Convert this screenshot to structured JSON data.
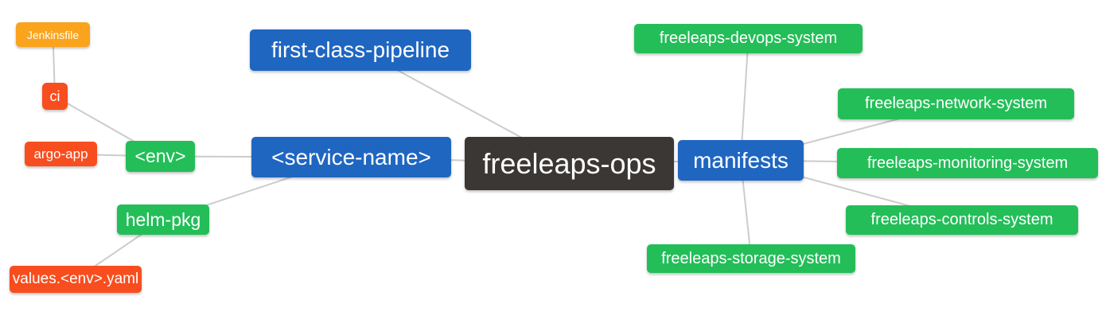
{
  "diagram": {
    "type": "mindmap",
    "root": "freeleaps_ops"
  },
  "palette": {
    "blue": "#1F66C1",
    "green": "#23BE58",
    "red": "#F84D1E",
    "orange": "#F9A41C",
    "dark": "#3B3735",
    "edge_gray": "#CCCCCC",
    "background": "#FFFFFF",
    "text": "#FFFFFF"
  },
  "nodes": {
    "jenkinsfile": {
      "label": "Jenkinsfile"
    },
    "ci": {
      "label": "ci"
    },
    "argo_app": {
      "label": "argo-app"
    },
    "env": {
      "label": "<env>"
    },
    "helm_pkg": {
      "label": "helm-pkg"
    },
    "values_env_yaml": {
      "label": "values.<env>.yaml"
    },
    "first_class_pipeline": {
      "label": "first-class-pipeline"
    },
    "service_name": {
      "label": "<service-name>"
    },
    "freeleaps_ops": {
      "label": "freeleaps-ops"
    },
    "manifests": {
      "label": "manifests"
    },
    "devops_system": {
      "label": "freeleaps-devops-system"
    },
    "network_system": {
      "label": "freeleaps-network-system"
    },
    "monitoring_system": {
      "label": "freeleaps-monitoring-system"
    },
    "controls_system": {
      "label": "freeleaps-controls-system"
    },
    "storage_system": {
      "label": "freeleaps-storage-system"
    }
  },
  "edges": [
    {
      "from": "jenkinsfile",
      "to": "ci"
    },
    {
      "from": "ci",
      "to": "env"
    },
    {
      "from": "argo_app",
      "to": "env"
    },
    {
      "from": "env",
      "to": "service_name"
    },
    {
      "from": "helm_pkg",
      "to": "service_name"
    },
    {
      "from": "values_env_yaml",
      "to": "helm_pkg"
    },
    {
      "from": "first_class_pipeline",
      "to": "freeleaps_ops"
    },
    {
      "from": "service_name",
      "to": "freeleaps_ops"
    },
    {
      "from": "freeleaps_ops",
      "to": "manifests"
    },
    {
      "from": "manifests",
      "to": "devops_system"
    },
    {
      "from": "manifests",
      "to": "network_system"
    },
    {
      "from": "manifests",
      "to": "monitoring_system"
    },
    {
      "from": "manifests",
      "to": "controls_system"
    },
    {
      "from": "manifests",
      "to": "storage_system"
    }
  ]
}
